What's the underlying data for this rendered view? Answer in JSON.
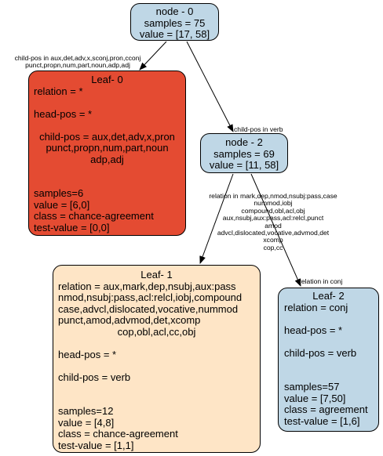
{
  "nodes": {
    "node0": {
      "lines": [
        "node - 0",
        "samples = 75",
        "value = [17, 58]"
      ],
      "fill": "#bfd7e6"
    },
    "leaf0": {
      "lines": [
        "Leaf- 0",
        "relation = *",
        "",
        "head-pos = *",
        "",
        "child-pos = aux,det,adv,x,pron",
        "punct,propn,num,part,noun",
        "adp,adj",
        "",
        "",
        "samples=6",
        "value = [6,0]",
        "class = chance-agreement",
        "test-value = [0,0]"
      ],
      "fill": "#e44b32"
    },
    "node2": {
      "lines": [
        "node - 2",
        "samples = 69",
        "value = [11, 58]"
      ],
      "fill": "#bfd7e6"
    },
    "leaf1": {
      "lines": [
        "Leaf- 1",
        "relation = aux,mark,dep,nsubj,aux:pass",
        "nmod,nsubj:pass,acl:relcl,iobj,compound",
        "case,advcl,dislocated,vocative,nummod",
        "punct,amod,advmod,det,xcomp",
        "cop,obl,acl,cc,obj",
        "",
        "head-pos = *",
        "",
        "child-pos = verb",
        "",
        "",
        "samples=12",
        "value = [4,8]",
        "class = chance-agreement",
        "test-value = [1,1]"
      ],
      "fill": "#fee5c6"
    },
    "leaf2": {
      "lines": [
        "Leaf- 2",
        "relation = conj",
        "",
        "head-pos = *",
        "",
        "child-pos = verb",
        "",
        "",
        "samples=57",
        "value = [7,50]",
        "class = agreement",
        "test-value = [1,6]"
      ],
      "fill": "#bfd7e6"
    }
  },
  "edges": {
    "e_leaf0": {
      "lines": [
        "child-pos in aux,det,adv,x,sconj,pron,cconj",
        "punct,propn,num,part,noun,adp,adj"
      ]
    },
    "e_node2": {
      "lines": [
        "child-pos in verb"
      ]
    },
    "e_leaf1": {
      "lines": [
        "relation in mark,dep,nmod,nsubj:pass,case",
        "nummod,iobj",
        "compound,obl,acl,obj",
        "aux,nsubj,aux:pass,acl:relcl,punct",
        "amod",
        "advcl,dislocated,vocative,advmod,det",
        "xcomp",
        "cop,cc"
      ]
    },
    "e_leaf2": {
      "lines": [
        "relation in conj"
      ]
    }
  }
}
